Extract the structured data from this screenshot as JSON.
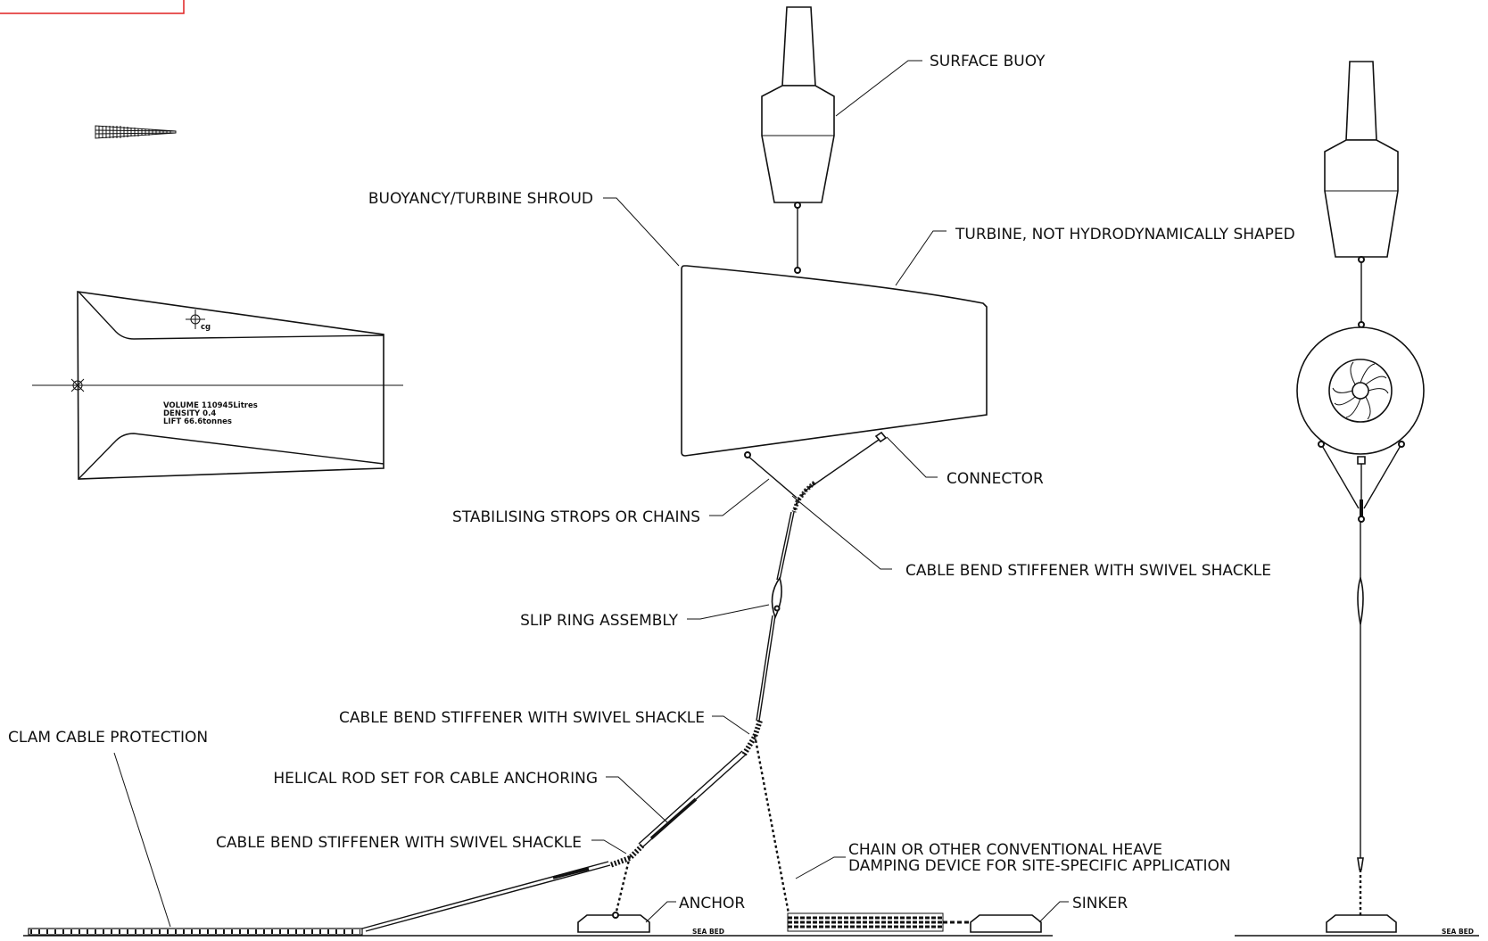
{
  "labels": {
    "surface_buoy": "SURFACE BUOY",
    "buoyancy_shroud": "BUOYANCY/TURBINE SHROUD",
    "turbine": "TURBINE, NOT HYDRODYNAMICALLY SHAPED",
    "connector": "CONNECTOR",
    "stabilising": "STABILISING STROPS OR CHAINS",
    "bend_stiffener_top": "CABLE BEND STIFFENER WITH SWIVEL SHACKLE",
    "slip_ring": "SLIP RING ASSEMBLY",
    "bend_stiffener_mid": "CABLE BEND STIFFENER WITH SWIVEL SHACKLE",
    "helical_rod": "HELICAL ROD SET FOR CABLE ANCHORING",
    "bend_stiffener_low": "CABLE BEND STIFFENER WITH SWIVEL SHACKLE",
    "clam_protection": "CLAM CABLE PROTECTION",
    "chain_line1": "CHAIN OR OTHER CONVENTIONAL HEAVE",
    "chain_line2": "DAMPING DEVICE FOR SITE-SPECIFIC APPLICATION",
    "anchor": "ANCHOR",
    "sinker": "SINKER",
    "sea_bed_main": "SEA BED",
    "sea_bed_side": "SEA BED"
  },
  "section": {
    "cg_label": "cg",
    "volume": "VOLUME  110945Litres",
    "density": "DENSITY   0.4",
    "lift": "LIFT    66.6tonnes"
  }
}
